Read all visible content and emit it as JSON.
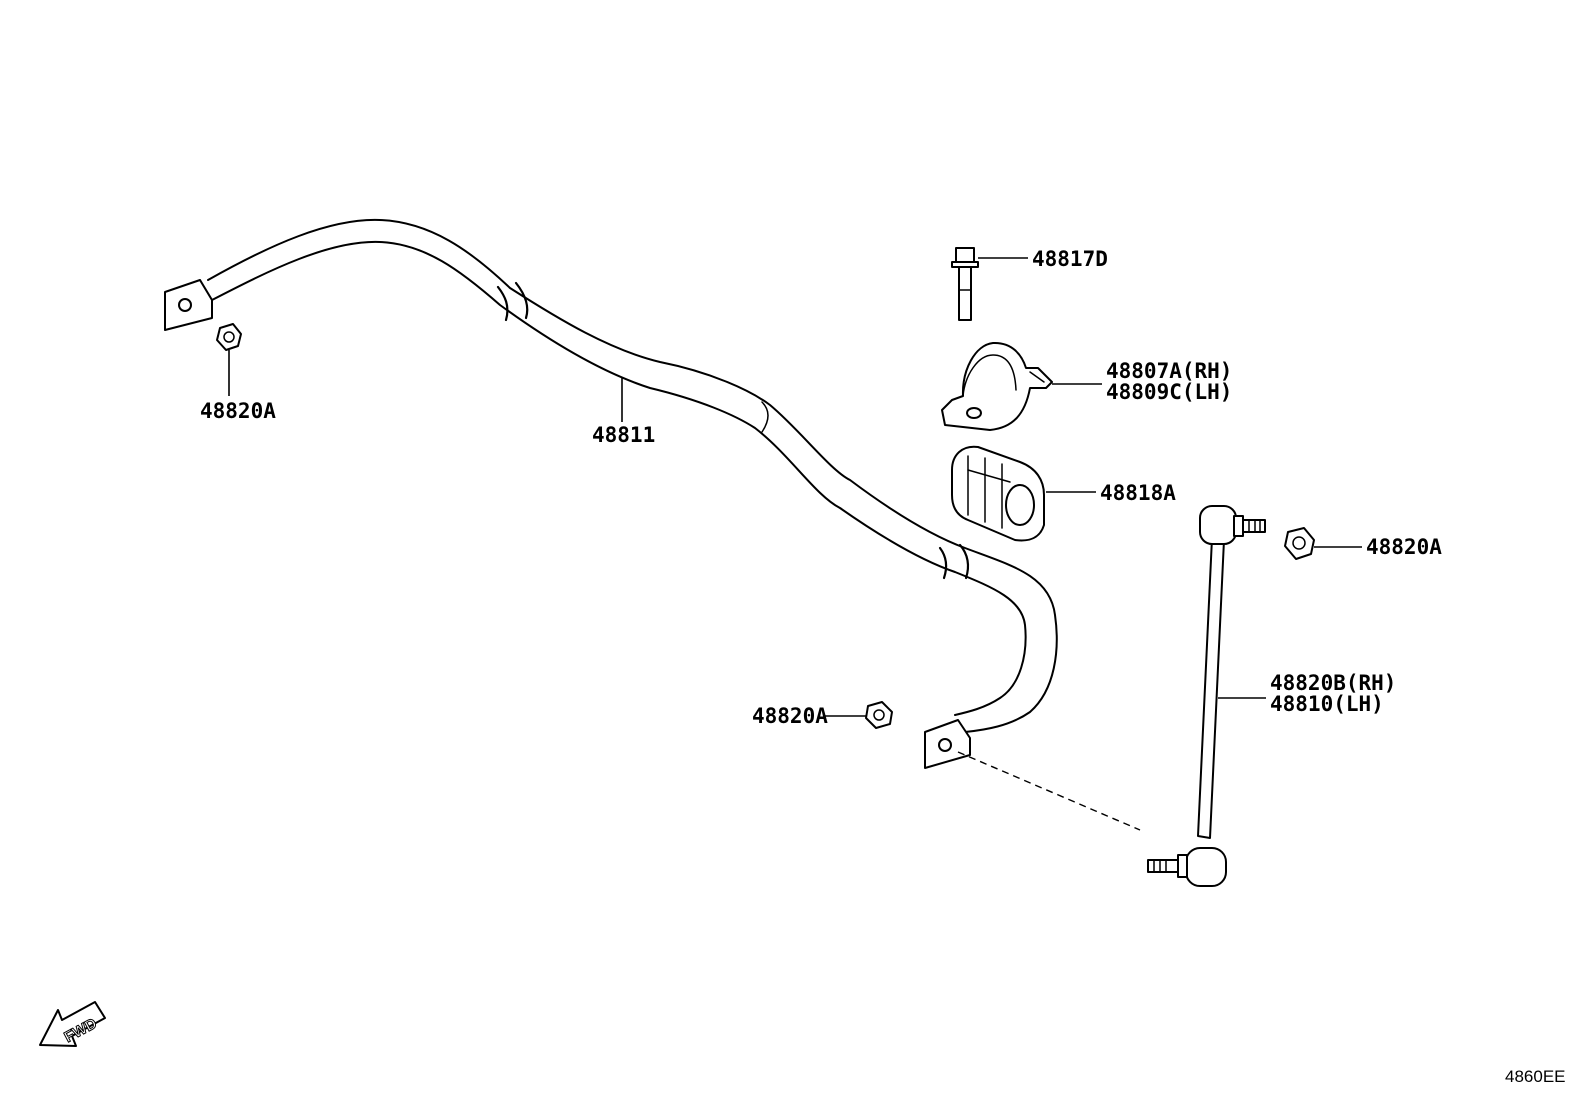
{
  "diagram": {
    "code": "4860EE",
    "fwd_label": "FWD",
    "parts": {
      "stabilizer_bar": "48811",
      "nut_left": "48820A",
      "nut_center": "48820A",
      "nut_right": "48820A",
      "bolt": "48817D",
      "bracket_rh": "48807A(RH)",
      "bracket_lh": "48809C(LH)",
      "bushing": "48818A",
      "link_rh": "48820B(RH)",
      "link_lh": "48810(LH)"
    }
  }
}
